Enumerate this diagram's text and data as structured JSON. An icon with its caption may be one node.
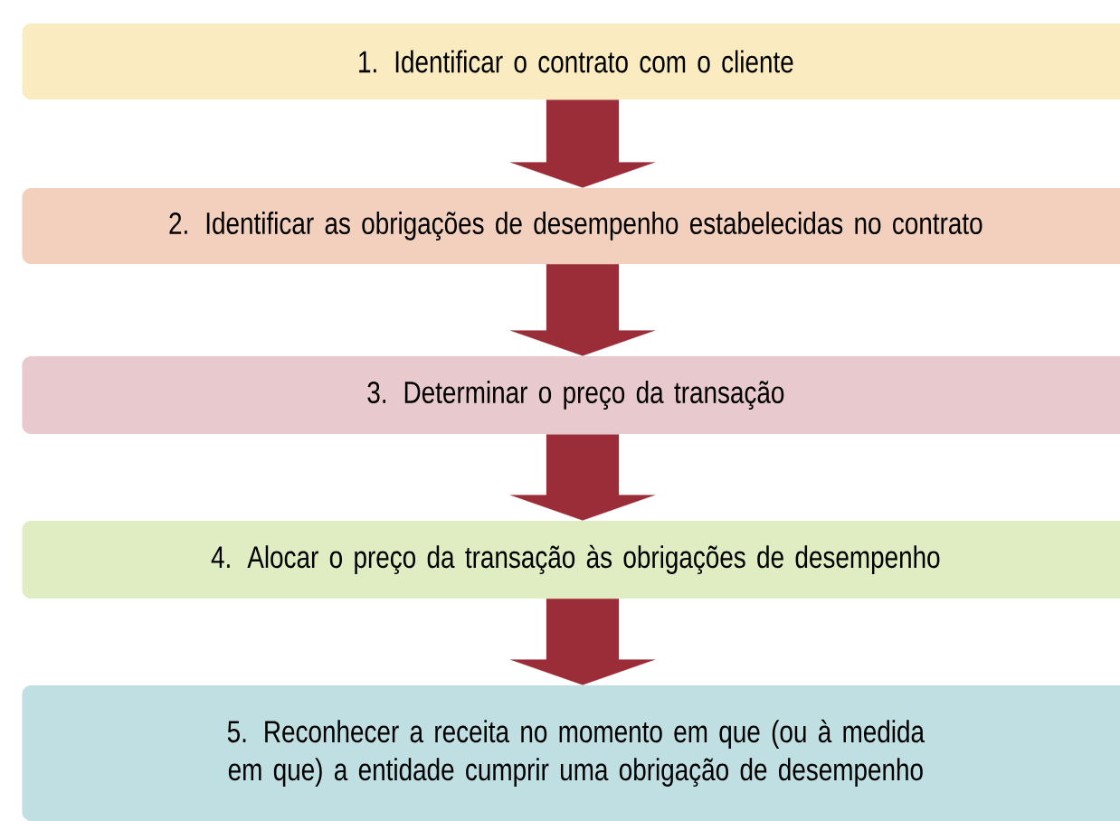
{
  "diagram": {
    "nodes": [
      {
        "text": [
          "1. Identificar o contrato com o cliente"
        ]
      },
      {
        "text": [
          "2. Identificar as obrigações de desempenho estabelecidas no contrato"
        ]
      },
      {
        "text": [
          "3. Determinar o preço da transação"
        ]
      },
      {
        "text": [
          "4. Alocar o preço da transação às obrigações de desempenho"
        ]
      },
      {
        "text": [
          "5. Reconhecer a receita no momento em que (ou à medida em que) a entidade cumprir uma obrigação de desempenho"
        ]
      }
    ],
    "edges": [
      {
        "from": 0,
        "to": 1,
        "arrow": "to"
      },
      {
        "from": 1,
        "to": 2,
        "arrow": "to"
      },
      {
        "from": 2,
        "to": 3,
        "arrow": "to"
      },
      {
        "from": 3,
        "to": 4,
        "arrow": "to"
      }
    ]
  }
}
